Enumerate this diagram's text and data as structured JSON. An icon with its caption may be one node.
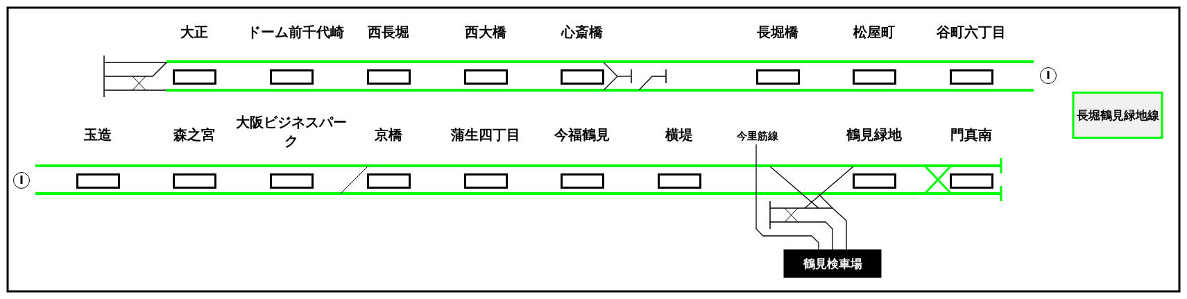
{
  "diagram": {
    "nodes": [
      {
        "text": [
          "大正"
        ]
      },
      {
        "text": [
          "ドーム前千代崎"
        ]
      },
      {
        "text": [
          "西長堀"
        ]
      },
      {
        "text": [
          "西大橋"
        ]
      },
      {
        "text": [
          "心斎橋"
        ]
      },
      {
        "text": [
          "長堀橋"
        ]
      },
      {
        "text": [
          "松屋町"
        ]
      },
      {
        "text": [
          "谷町六丁目"
        ]
      },
      {
        "text": [
          "長堀鶴見緑地線"
        ]
      },
      {
        "text": [
          "玉造"
        ]
      },
      {
        "text": [
          "森之宮"
        ]
      },
      {
        "text": [
          "大阪ビジネスパーク"
        ]
      },
      {
        "text": [
          "京橋"
        ]
      },
      {
        "text": [
          "蒲生四丁目"
        ]
      },
      {
        "text": [
          "今福鶴見"
        ]
      },
      {
        "text": [
          "横堤"
        ]
      },
      {
        "text": [
          "今里筋線"
        ]
      },
      {
        "text": [
          "鶴見緑地"
        ]
      },
      {
        "text": [
          "門真南"
        ]
      },
      {
        "text": [
          "鶴見検車場"
        ]
      }
    ],
    "edges": [
      {
        "from": 16,
        "to": 19,
        "arrow": "none"
      }
    ],
    "labels": [
      "Ⅰ",
      "Ⅰ"
    ]
  }
}
